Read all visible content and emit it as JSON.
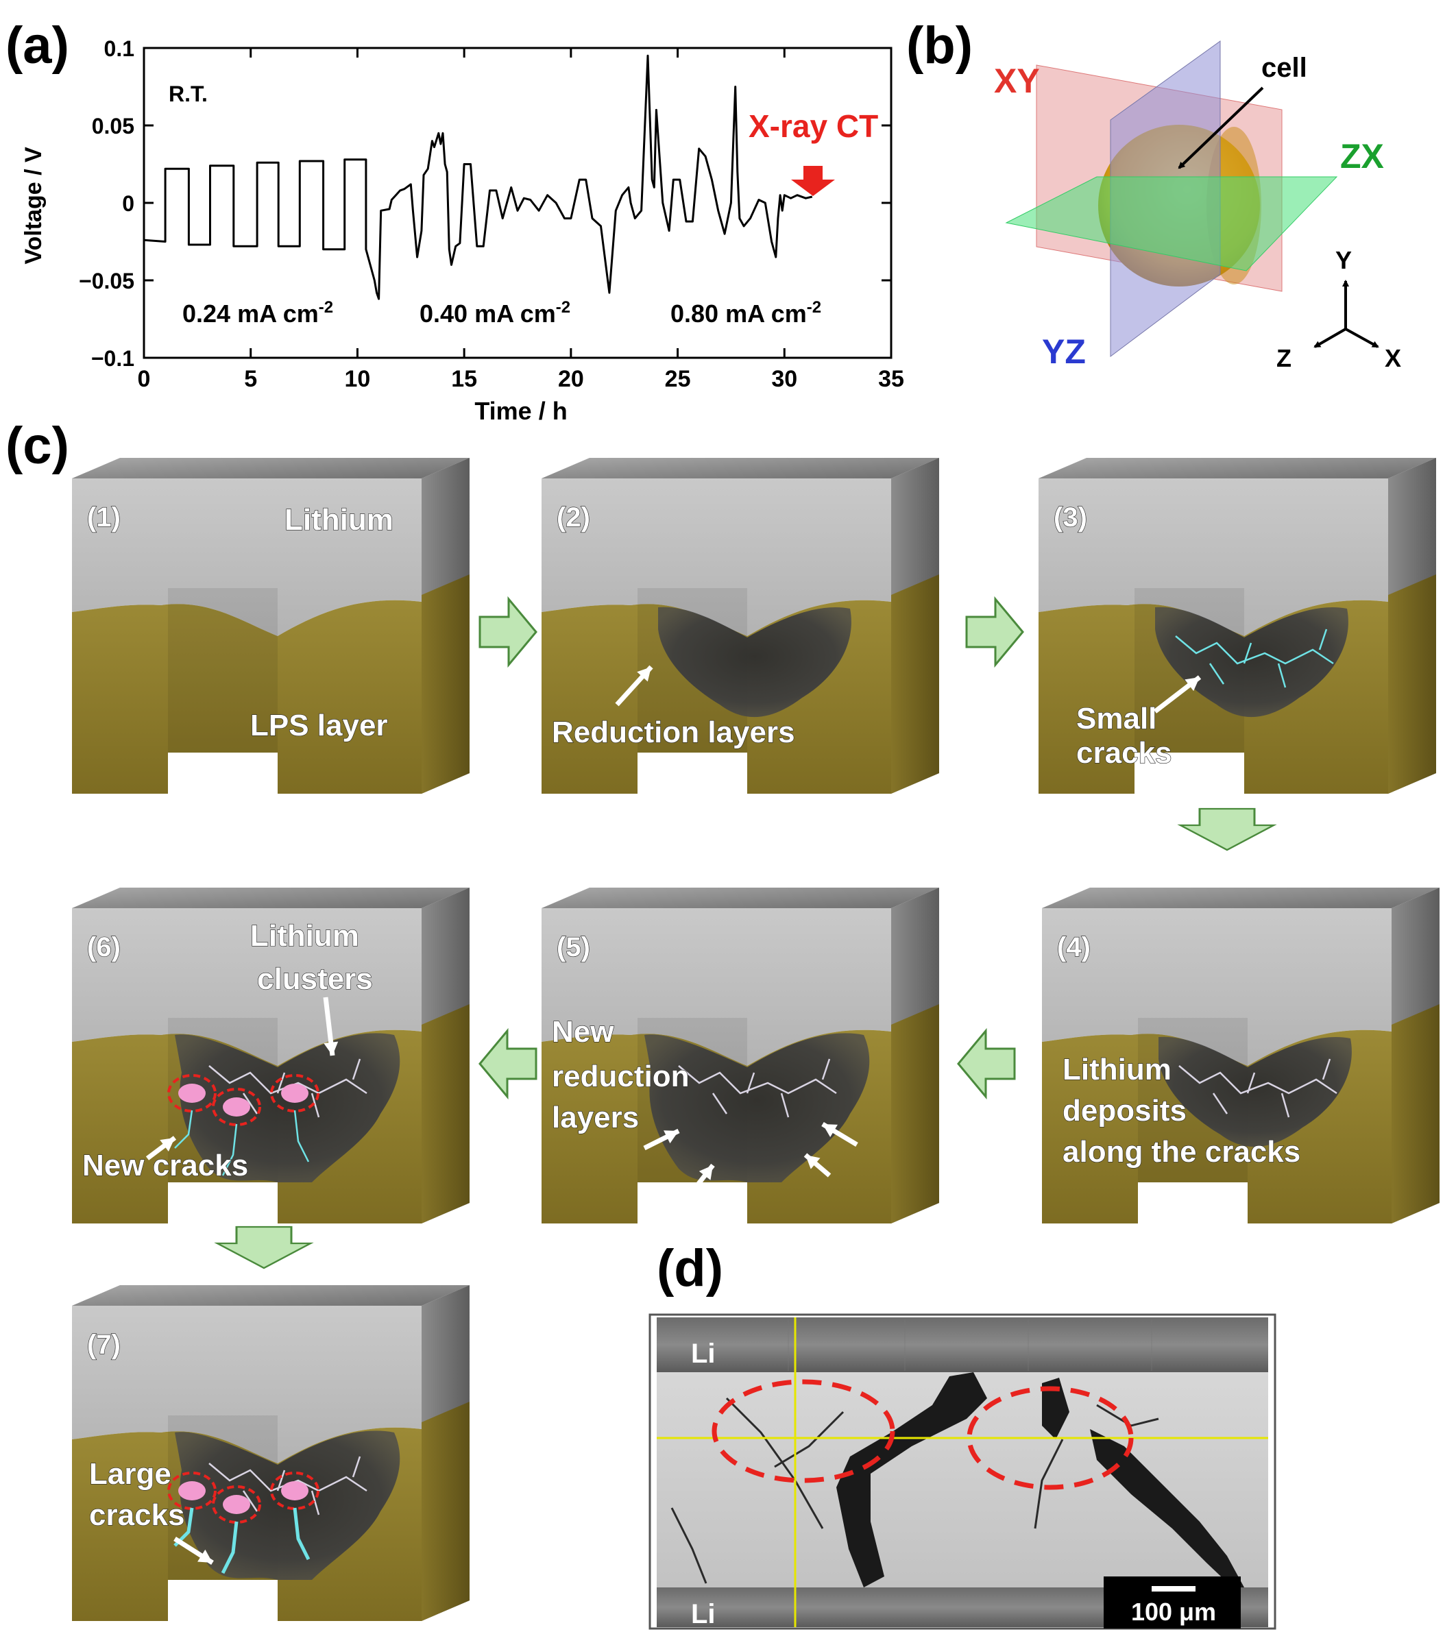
{
  "panel_letters": {
    "a": "(a)",
    "b": "(b)",
    "c": "(c)",
    "d": "(d)"
  },
  "chart_data": {
    "type": "line",
    "xlabel": "Time / h",
    "ylabel": "Voltage / V",
    "xlim": [
      0,
      35
    ],
    "ylim": [
      -0.1,
      0.1
    ],
    "xticks": [
      0,
      5,
      10,
      15,
      20,
      25,
      30,
      35
    ],
    "yticks": [
      0.1,
      0.05,
      0,
      -0.05,
      -0.1
    ],
    "ytick_labels": [
      "0.1",
      "0.05",
      "0",
      "−0.05",
      "−0.1"
    ],
    "annotations": {
      "temperature": "R.T.",
      "xray": "X-ray CT",
      "current_1": "0.24 mA cm",
      "current_2": "0.40 mA cm",
      "current_3": "0.80 mA cm",
      "exponent": "-2"
    },
    "series": [
      {
        "x": [
          0,
          1.0,
          1.0,
          2.1,
          2.1,
          3.1,
          3.1,
          4.2,
          4.2,
          5.3,
          5.3,
          6.3,
          6.3,
          7.3,
          7.3,
          8.4,
          8.4,
          9.4,
          9.4,
          10.4,
          10.4,
          10.6,
          10.8,
          10.9,
          11.0,
          11.1,
          11.5,
          11.6,
          11.8,
          12.0,
          12.2,
          12.5,
          12.6,
          12.8,
          13.0,
          13.1,
          13.3,
          13.5,
          13.6,
          13.8,
          13.9,
          14.0,
          14.1,
          14.2,
          14.3,
          14.4,
          14.6,
          14.8,
          15.0,
          15.3,
          15.6,
          15.9,
          16.2,
          16.5,
          16.8,
          17.2,
          17.5,
          17.8,
          18.1,
          18.5,
          18.9,
          19.3,
          19.7,
          20.0,
          20.4,
          20.7,
          21.0,
          21.4,
          21.8,
          22.1,
          22.4,
          22.7,
          22.8,
          23.0,
          23.3,
          23.6,
          23.8,
          23.9,
          24.0,
          24.3,
          24.6,
          24.8,
          25.1,
          25.4,
          25.7,
          26.0,
          26.3,
          26.6,
          26.9,
          27.2,
          27.5,
          27.7,
          27.8,
          27.9,
          28.1,
          28.4,
          28.8,
          29.1,
          29.4,
          29.6,
          29.7,
          29.8,
          29.9,
          30.0,
          30.3,
          30.6,
          31.0,
          31.3
        ],
        "y": [
          -0.024,
          -0.025,
          0.022,
          0.022,
          -0.027,
          -0.027,
          0.024,
          0.024,
          -0.028,
          -0.028,
          0.026,
          0.026,
          -0.028,
          -0.028,
          0.027,
          0.027,
          -0.03,
          -0.03,
          0.028,
          0.028,
          -0.03,
          -0.04,
          -0.05,
          -0.058,
          -0.062,
          -0.005,
          -0.004,
          0.002,
          0.005,
          0.008,
          0.009,
          0.012,
          -0.005,
          -0.035,
          -0.018,
          0.018,
          0.022,
          0.04,
          0.036,
          0.045,
          0.038,
          0.045,
          0.025,
          0.02,
          -0.03,
          -0.04,
          -0.028,
          -0.026,
          0.025,
          0.025,
          -0.028,
          -0.028,
          0.008,
          0.008,
          -0.01,
          0.01,
          -0.005,
          0.003,
          0.002,
          -0.005,
          0.005,
          0.0,
          -0.01,
          -0.01,
          0.015,
          0.015,
          -0.01,
          -0.015,
          -0.058,
          -0.005,
          0.005,
          0.01,
          0.0,
          -0.01,
          -0.005,
          0.095,
          0.015,
          0.01,
          0.06,
          0.0,
          -0.018,
          0.015,
          0.015,
          -0.012,
          -0.012,
          0.035,
          0.03,
          0.015,
          -0.005,
          -0.02,
          0.0,
          0.075,
          0.02,
          -0.01,
          -0.015,
          -0.01,
          0.002,
          0.0,
          -0.025,
          -0.035,
          -0.01,
          0.005,
          -0.005,
          0.005,
          0.003,
          0.005,
          0.003,
          0.004
        ]
      }
    ]
  },
  "panel_b": {
    "plane_labels": {
      "xy": "XY",
      "zx": "ZX",
      "yz": "YZ"
    },
    "cell_label": "cell",
    "axes": {
      "y": "Y",
      "z": "Z",
      "x": "X"
    }
  },
  "panel_c": {
    "steps": [
      {
        "num": "(1)",
        "lines": [
          "Lithium",
          "LPS layer"
        ]
      },
      {
        "num": "(2)",
        "lines": [
          "Reduction layers"
        ]
      },
      {
        "num": "(3)",
        "lines": [
          "Small",
          "cracks"
        ]
      },
      {
        "num": "(4)",
        "lines": [
          "Lithium",
          "deposits",
          "along the cracks"
        ]
      },
      {
        "num": "(5)",
        "lines": [
          "New",
          "reduction",
          "layers"
        ]
      },
      {
        "num": "(6)",
        "lines": [
          "Lithium",
          "clusters",
          "New cracks"
        ]
      },
      {
        "num": "(7)",
        "lines": [
          "Large",
          "cracks"
        ]
      }
    ]
  },
  "panel_d": {
    "electrode_top": "Li",
    "electrode_bottom": "Li",
    "scale_bar": "100 μm"
  }
}
